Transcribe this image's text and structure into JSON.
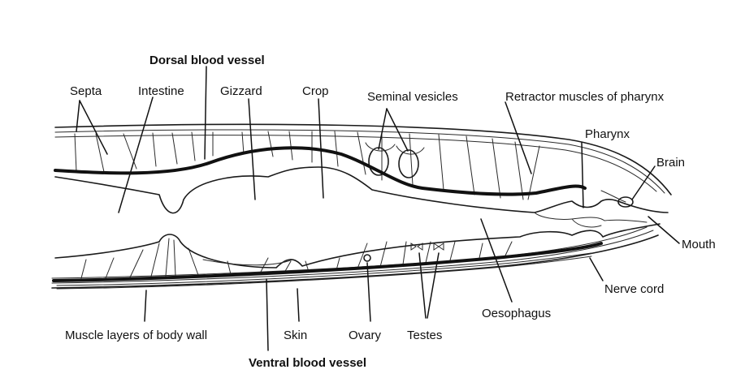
{
  "diagram": {
    "labels": {
      "septa": "Septa",
      "intestine": "Intestine",
      "dorsal_blood_vessel": "Dorsal blood vessel",
      "gizzard": "Gizzard",
      "crop": "Crop",
      "seminal_vesicles": "Seminal vesicles",
      "retractor_muscles": "Retractor muscles of pharynx",
      "pharynx": "Pharynx",
      "brain": "Brain",
      "mouth": "Mouth",
      "nerve_cord": "Nerve cord",
      "oesophagus": "Oesophagus",
      "muscle_layers": "Muscle layers of body wall",
      "skin": "Skin",
      "ovary": "Ovary",
      "testes": "Testes",
      "ventral_blood_vessel": "Ventral blood vessel"
    }
  }
}
